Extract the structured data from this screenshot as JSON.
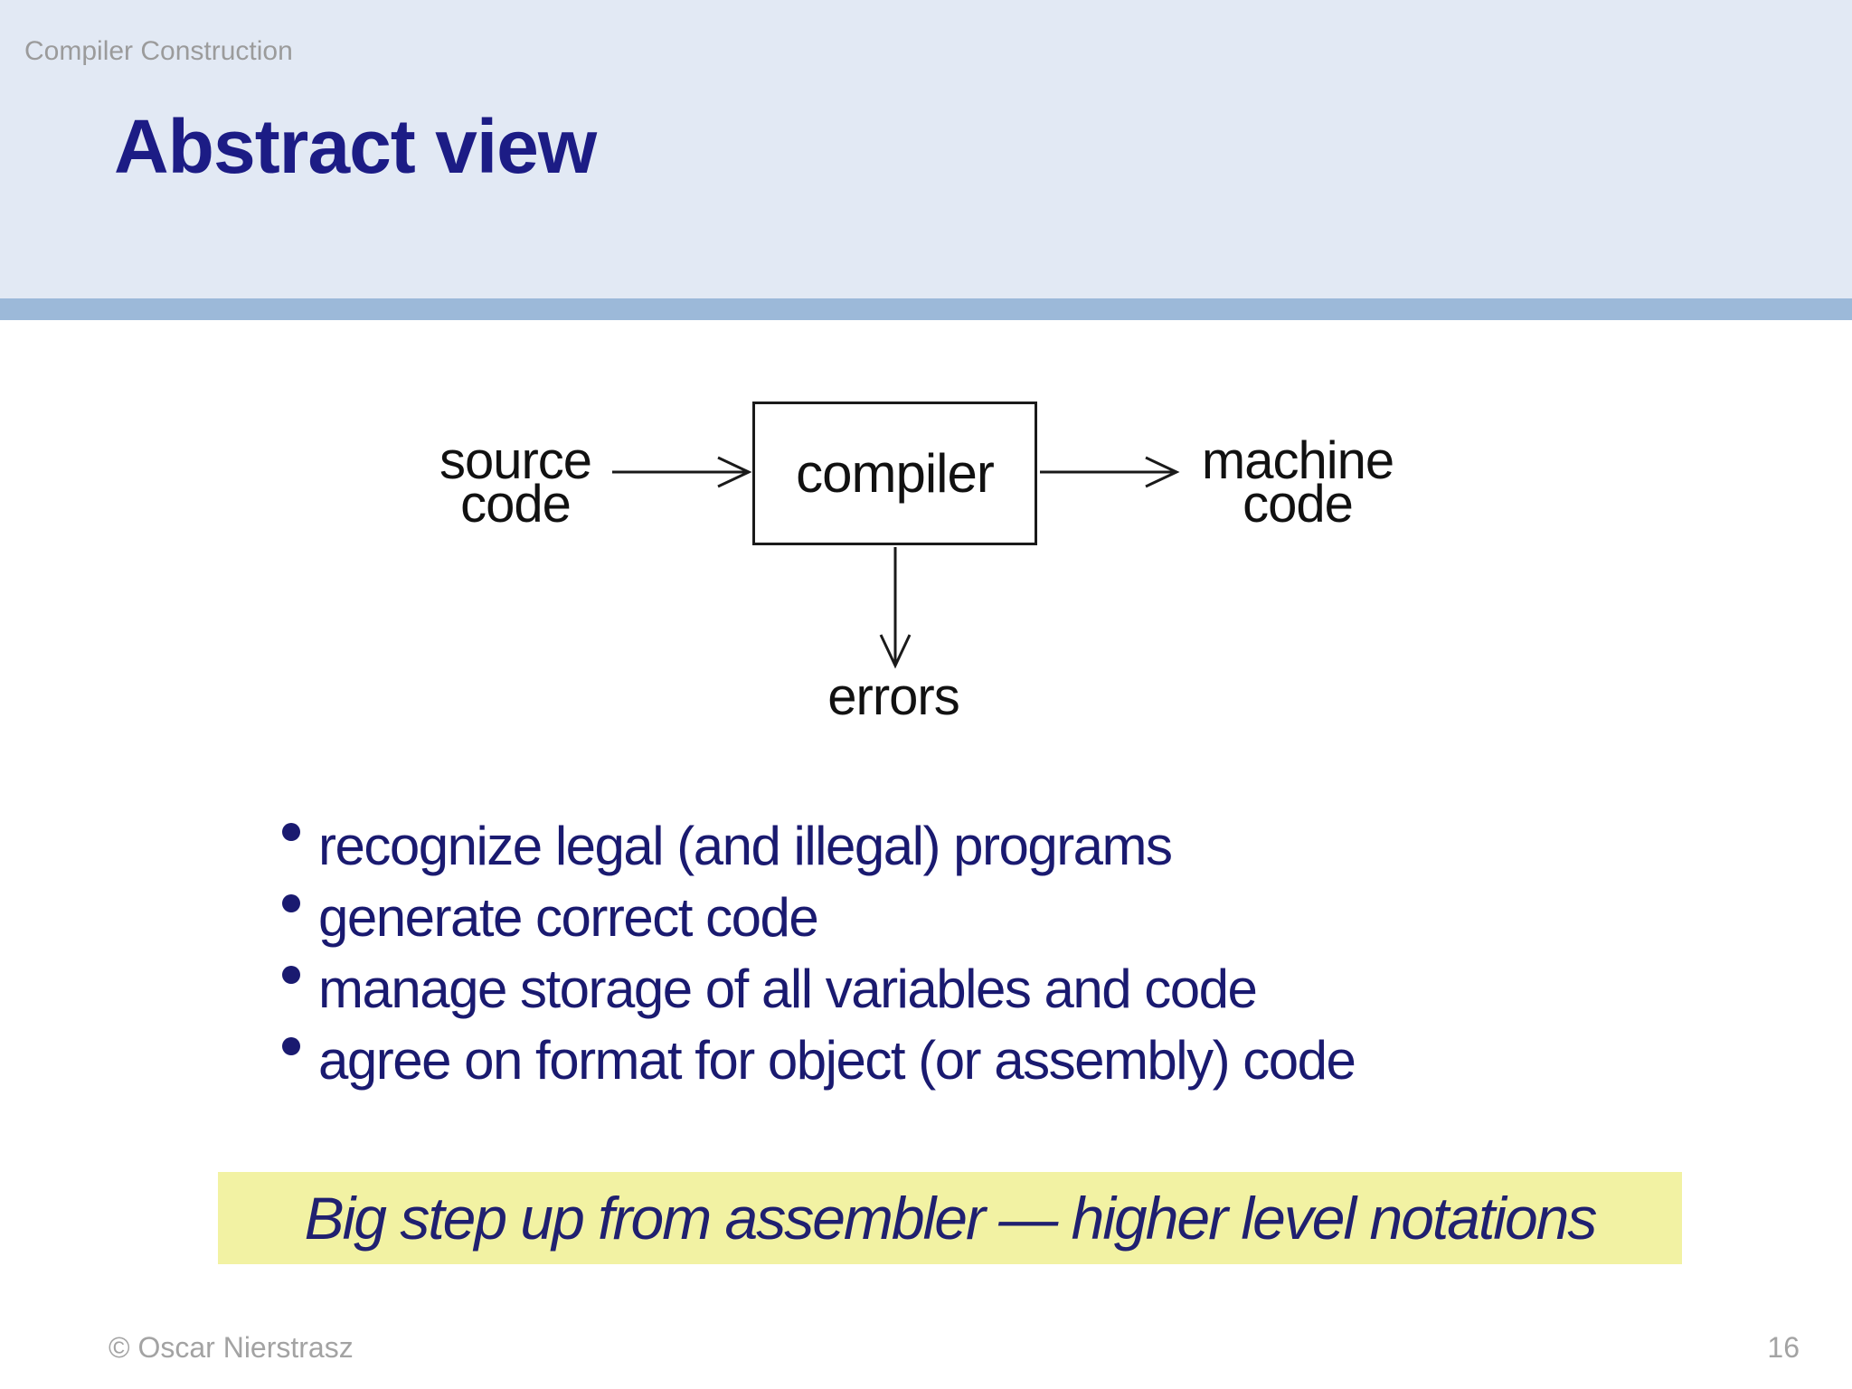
{
  "slide": {
    "course": "Compiler Construction",
    "title": "Abstract view",
    "footer_credit": "© Oscar Nierstrasz",
    "page_number": "16"
  },
  "diagram": {
    "source_line1": "source",
    "source_line2": "code",
    "box_label": "compiler",
    "machine_line1": "machine",
    "machine_line2": "code",
    "errors_label": "errors"
  },
  "bullets": [
    "recognize legal (and illegal) programs",
    "generate correct code",
    "manage storage of all variables and code",
    "agree on format for object (or assembly) code"
  ],
  "callout": "Big step up from assembler — higher level notations",
  "colors": {
    "header_background": "#e2e9f4",
    "header_bar": "#9cb9d9",
    "title_navy": "#1c1c85",
    "bullet_navy": "#1a1a70",
    "callout_background": "#f2f2a3",
    "callout_text": "#202070",
    "diagram_ink": "#1a1a1a",
    "muted_gray": "#a3a3a3"
  }
}
